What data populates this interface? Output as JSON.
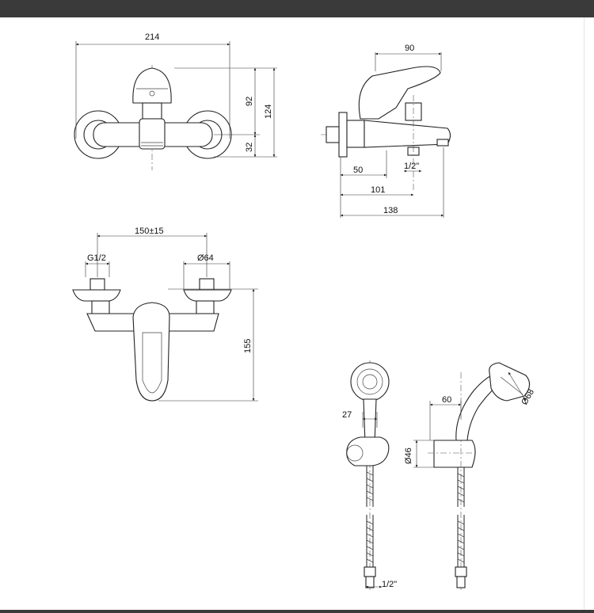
{
  "dimensions": {
    "front_width": "214",
    "front_height_upper": "92",
    "front_height_total": "124",
    "front_height_lower": "32",
    "side_handle": "90",
    "side_50": "50",
    "side_thread": "1/2\"",
    "side_101": "101",
    "side_138": "138",
    "shower_spacing": "150±15",
    "shower_thread": "G1/2",
    "shower_flange": "Ø64",
    "shower_height": "155",
    "hand_27": "27",
    "hand_60": "60",
    "hand_46": "Ø46",
    "hand_68": "Ø68",
    "hose_thread": "1/2\""
  },
  "colors": {
    "frame": "#3a3a3a",
    "line": "#222222"
  }
}
